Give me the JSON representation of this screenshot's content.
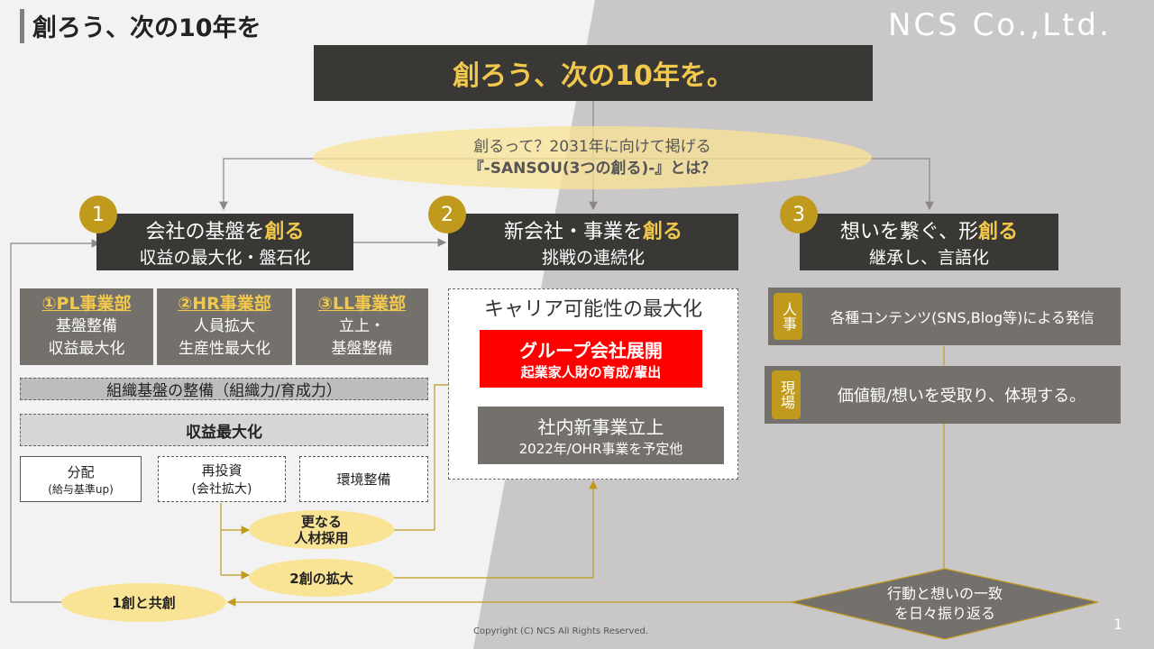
{
  "header": {
    "slide_title": "創ろう、次の10年を",
    "logo": "NCS Co.,Ltd."
  },
  "main_banner": "創ろう、次の10年を。",
  "question": {
    "line1": "創るって？2031年に向けて掲げる",
    "line2": "『-SANSOU(3つの創る)-』とは？"
  },
  "pillars": [
    {
      "num": "1",
      "title_a": "会社の基盤を",
      "title_b": "創る",
      "subtitle": "収益の最大化・盤石化"
    },
    {
      "num": "2",
      "title_a": "新会社・事業を",
      "title_b": "創る",
      "subtitle": "挑戦の連続化"
    },
    {
      "num": "3",
      "title_a": "想いを繋ぐ、形",
      "title_b": "創る",
      "subtitle": "継承し、言語化"
    }
  ],
  "divisions": [
    {
      "name": "①PL事業部",
      "l1": "基盤整備",
      "l2": "収益最大化"
    },
    {
      "name": "②HR事業部",
      "l1": "人員拡大",
      "l2": "生産性最大化"
    },
    {
      "name": "③LL事業部",
      "l1": "立上・",
      "l2": "基盤整備"
    }
  ],
  "org_base": "組織基盤の整備（組織力/育成力）",
  "profit_max": "収益最大化",
  "alloc": [
    {
      "l1": "分配",
      "l2": "(給与基準up)"
    },
    {
      "l1": "再投資",
      "l2": "(会社拡大)"
    },
    {
      "l1": "環境整備",
      "l2": ""
    }
  ],
  "pills": {
    "recruit_l1": "更なる",
    "recruit_l2": "人材採用",
    "expand2": "2創の拡大",
    "cocreate": "1創と共創"
  },
  "career": {
    "title": "キャリア可能性の最大化",
    "group_l1": "グループ会社展開",
    "group_l2": "起業家人財の育成/輩出",
    "internal_l1": "社内新事業立上",
    "internal_l2": "2022年/OHR事業を予定他"
  },
  "right": {
    "hr_tag": "人事",
    "hr_text": "各種コンテンツ(SNS,Blog等)による発信",
    "field_tag": "現場",
    "field_text": "価値観/想いを受取り、体現する。",
    "diamond_l1": "行動と想いの一致",
    "diamond_l2": "を日々振り返る"
  },
  "footer": {
    "copyright": "Copyright (C) NCS All Rights Reserved.",
    "page": "1"
  },
  "colors": {
    "dark": "#3a3835",
    "gray": "#74706c",
    "gold": "#c09a1c",
    "yellow_text": "#f2c94c",
    "pill": "#f9e394",
    "red": "#ff0000"
  }
}
